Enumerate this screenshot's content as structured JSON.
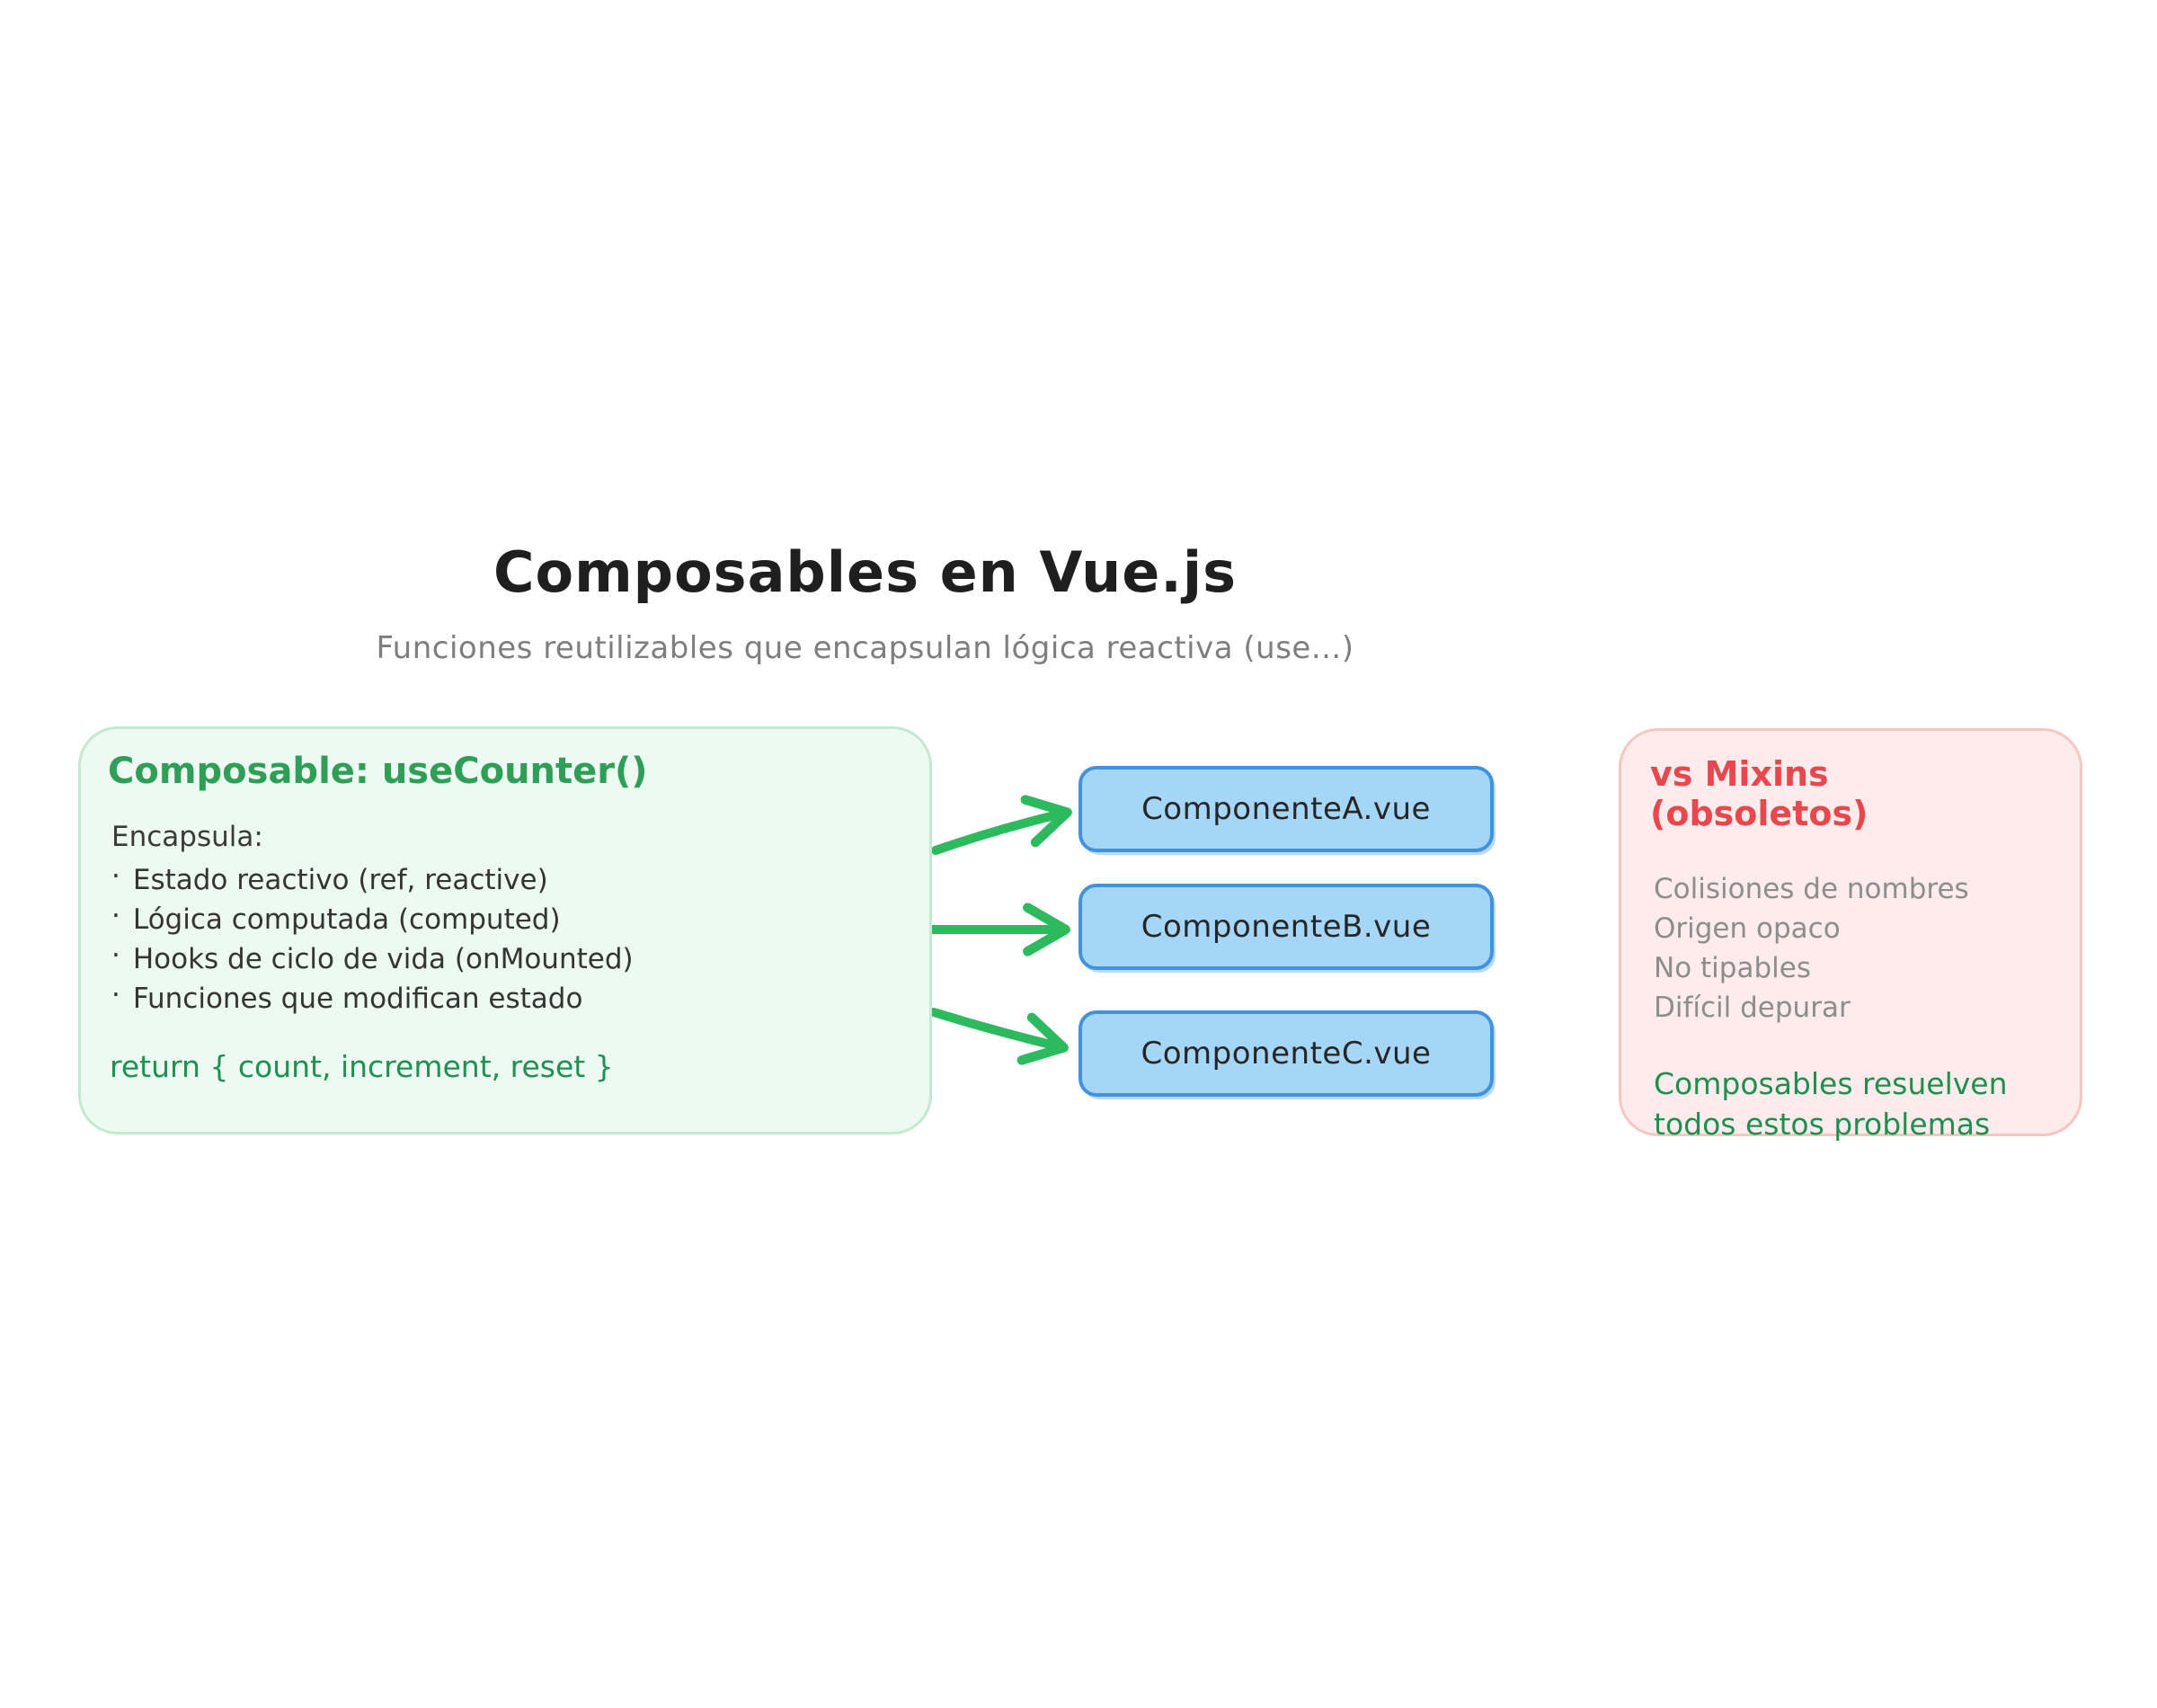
{
  "header": {
    "title": "Composables en Vue.js",
    "subtitle": "Funciones reutilizables que encapsulan lógica reactiva (use...)"
  },
  "composable_card": {
    "title": "Composable: useCounter()",
    "section_label": "Encapsula:",
    "bullet_char": "·",
    "bullets": [
      "Estado reactivo (ref, reactive)",
      "Lógica computada (computed)",
      "Hooks de ciclo de vida (onMounted)",
      "Funciones que modifican estado"
    ],
    "return_line": "return { count, increment, reset }"
  },
  "components": [
    {
      "label": "ComponenteA.vue"
    },
    {
      "label": "ComponenteB.vue"
    },
    {
      "label": "ComponenteC.vue"
    }
  ],
  "mixins_card": {
    "title": "vs Mixins (obsoletos)",
    "problems": [
      "Colisiones de nombres",
      "Origen opaco",
      "No tipables",
      "Difícil depurar"
    ],
    "conclusion_lines": [
      "Composables resuelven",
      "todos estos problemas"
    ]
  },
  "colors": {
    "canvas_bg": "#ffffff",
    "title_text": "#1f1f1f",
    "subtitle_text": "#7e7e7e",
    "composable_card_bg": "#edfaf2",
    "composable_card_border": "#c3e9d1",
    "composable_accent_green": "#2f9e57",
    "body_text": "#343434",
    "return_green": "#1e9152",
    "arrow_green": "#2dba5e",
    "component_box_bg": "#a6d6f7",
    "component_box_border": "#4093df",
    "component_text": "#262626",
    "mixins_card_bg": "#fdeceb",
    "mixins_card_border": "#f6c6c3",
    "mixins_accent_red": "#e8484d",
    "problems_text": "#8d8d8d",
    "conclusion_green": "#1f8f50"
  }
}
